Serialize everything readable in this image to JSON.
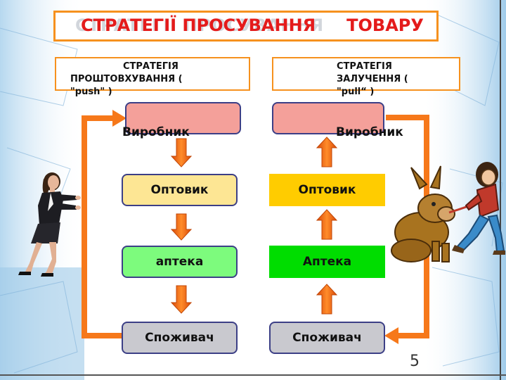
{
  "title": {
    "shadow": "СТРАТЕГІЇ ПРОСУВАННЯ",
    "part1": "СТРАТЕГІЇ ПРОСУВАННЯ",
    "part2": "ТОВАРУ"
  },
  "push": {
    "line1": "СТРАТЕГІЯ",
    "line2": "ПРОШТОВХУВАННЯ (",
    "line3": "\"push\" )"
  },
  "pull": {
    "line1": "СТРАТЕГІЯ",
    "line2": "ЗАЛУЧЕННЯ (",
    "line3": "\"pull“ )"
  },
  "left_chain": {
    "producer": "Виробник",
    "wholesaler": "Оптовик",
    "pharmacy": "аптека",
    "consumer": "Споживач"
  },
  "right_chain": {
    "producer": "Виробник",
    "wholesaler": "Оптовик",
    "pharmacy": "Аптека",
    "consumer": "Споживач"
  },
  "page_number": "5",
  "colors": {
    "accent_orange": "#f6911e",
    "title_red": "#e41b1b",
    "producer_fill": "#f4a09a",
    "wholesaler_left_fill": "#fde694",
    "wholesaler_right_fill": "#ffcc00",
    "pharmacy_left_fill": "#7dfb7d",
    "pharmacy_right_fill": "#00dd00",
    "consumer_fill": "#c9c9cf",
    "background_blue": "#a9d1ec"
  },
  "icons": [
    "woman-pushing-figure",
    "man-pulling-donkey-figure"
  ]
}
